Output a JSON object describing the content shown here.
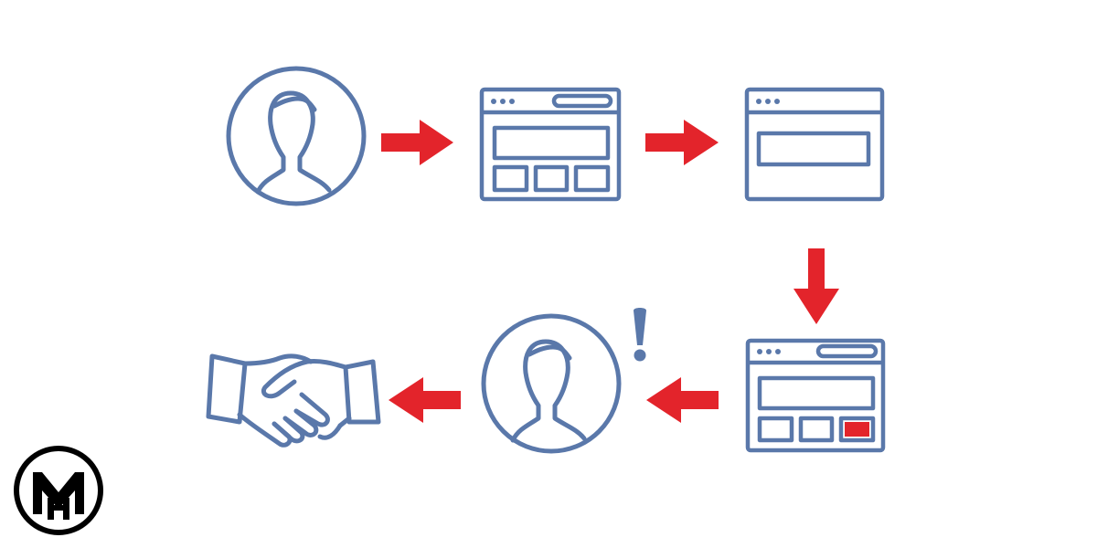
{
  "colors": {
    "outline": "#5A78AA",
    "arrow": "#E3242B",
    "highlight": "#E3242B",
    "background": "#FFFFFF",
    "logo": "#000000"
  },
  "steps": [
    {
      "id": "user",
      "icon": "user-avatar-icon"
    },
    {
      "id": "landing-page",
      "icon": "browser-window-layout-icon"
    },
    {
      "id": "form-page",
      "icon": "browser-window-input-icon"
    },
    {
      "id": "page-with-cta",
      "icon": "browser-window-cta-icon"
    },
    {
      "id": "alerted-user",
      "icon": "user-avatar-alert-icon"
    },
    {
      "id": "deal",
      "icon": "handshake-icon"
    }
  ],
  "connectors": [
    {
      "from": "user",
      "to": "landing-page",
      "direction": "right"
    },
    {
      "from": "landing-page",
      "to": "form-page",
      "direction": "right"
    },
    {
      "from": "form-page",
      "to": "page-with-cta",
      "direction": "down"
    },
    {
      "from": "page-with-cta",
      "to": "alerted-user",
      "direction": "left"
    },
    {
      "from": "alerted-user",
      "to": "deal",
      "direction": "left"
    }
  ],
  "logo": {
    "icon": "brand-logo-icon"
  }
}
